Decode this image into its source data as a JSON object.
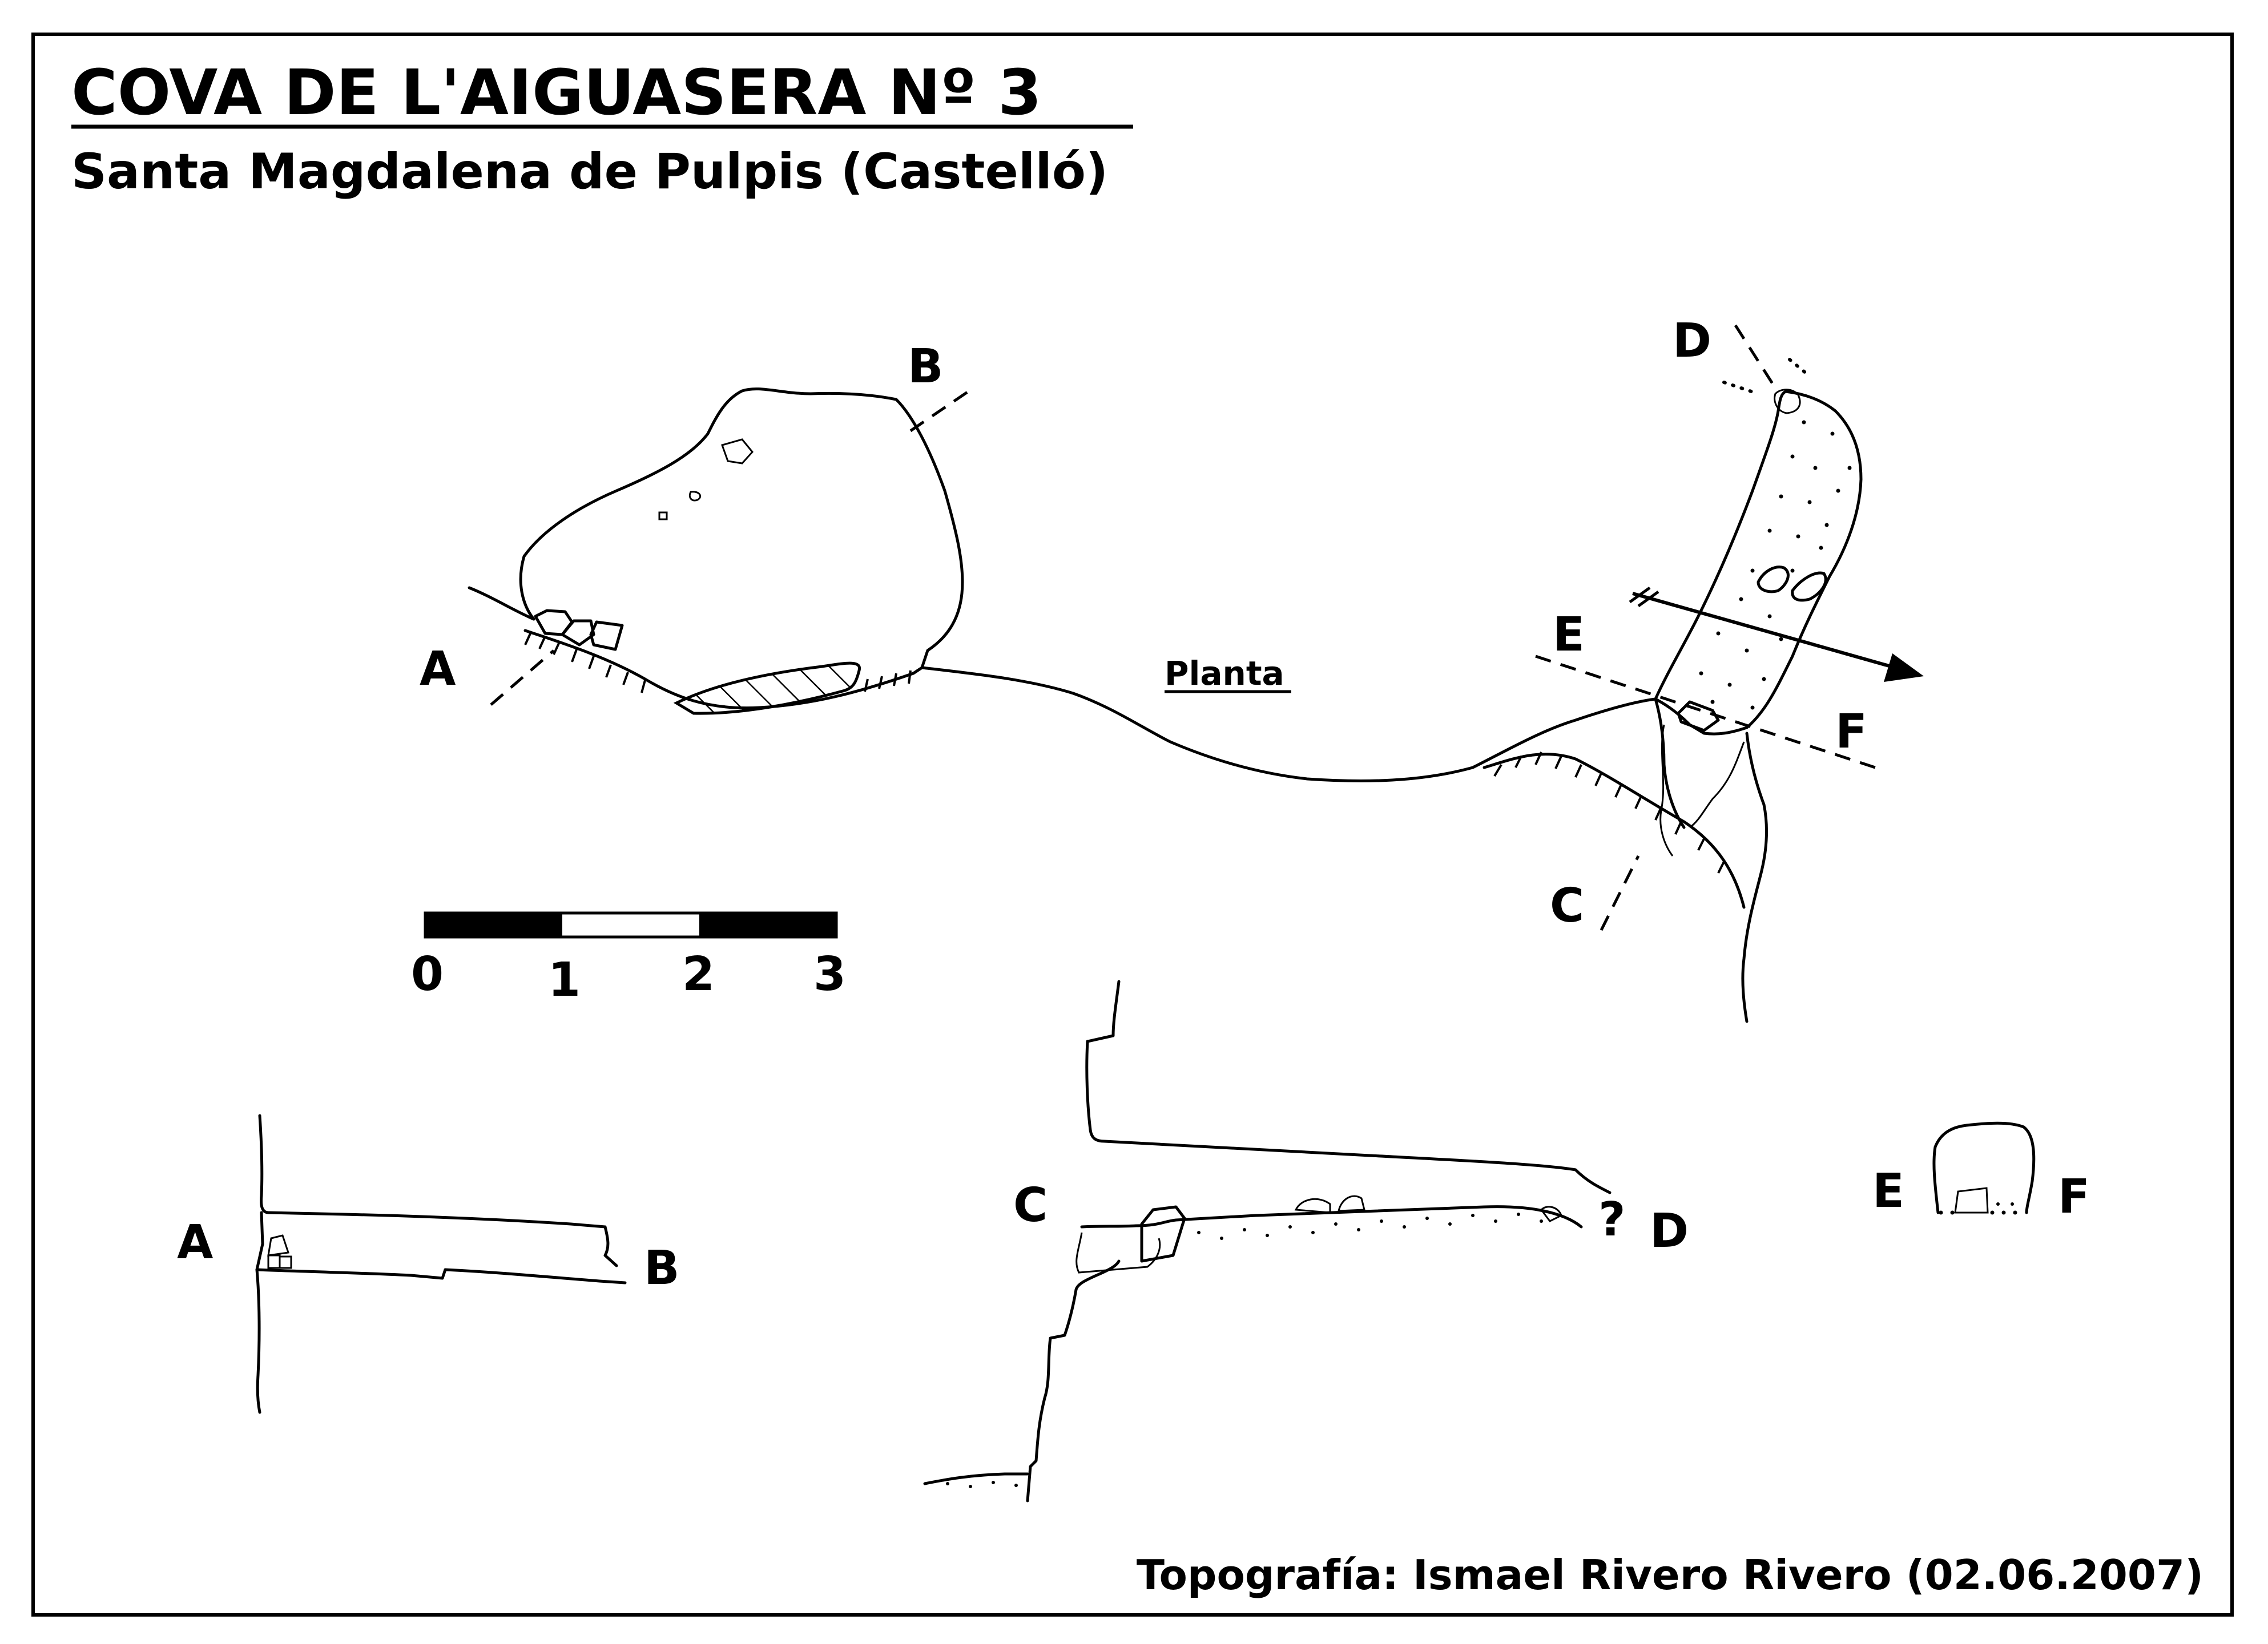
{
  "title": "COVA DE L'AIGUASERA Nº 3",
  "subtitle": "Santa Magdalena de Pulpis (Castelló)",
  "plan_label": "Planta",
  "section_labels": {
    "a": "A",
    "b": "B",
    "c": "C",
    "d": "D",
    "e": "E",
    "f": "F"
  },
  "uncertain_mark": "?",
  "scale_bar": {
    "ticks": [
      "0",
      "1",
      "2",
      "3"
    ]
  },
  "credit": "Topografía: Ismael Rivero Rivero (02.06.2007)",
  "colors": {
    "ink": "#000000",
    "paper": "#ffffff"
  }
}
